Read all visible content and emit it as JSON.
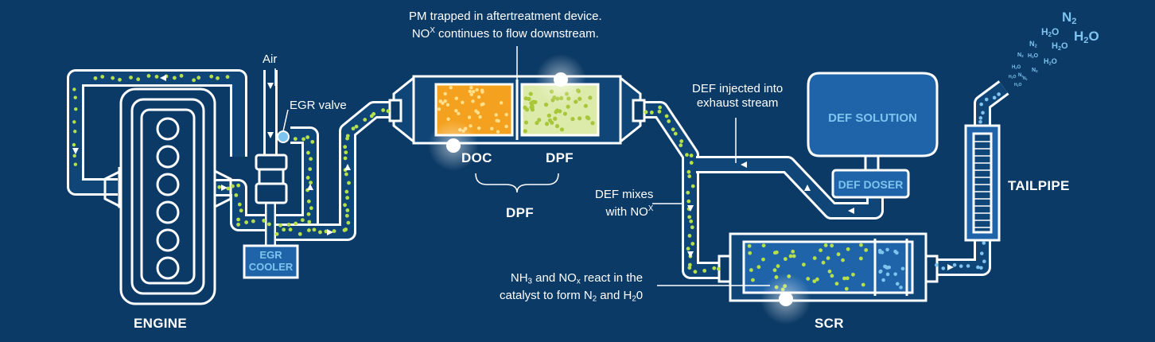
{
  "labels": {
    "engine": "ENGINE",
    "egr_cooler_line1": "EGR",
    "egr_cooler_line2": "COOLER",
    "air": "Air",
    "egr_valve": "EGR valve",
    "pm_line1": "PM trapped in aftertreatment device.",
    "pm_line2_prefix": "NO",
    "pm_line2_sup": "X",
    "pm_line2_suffix": " continues to flow downstream.",
    "doc": "DOC",
    "dpf_inner": "DPF",
    "dpf_group": "DPF",
    "def_injected_line1": "DEF injected into",
    "def_injected_line2": "exhaust stream",
    "def_solution": "DEF SOLUTION",
    "def_doser": "DEF DOSER",
    "def_mixes_line1": "DEF mixes",
    "def_mixes_line2_prefix": "with NO",
    "def_mixes_line2_sup": "X",
    "nh3_line1_a": "NH",
    "nh3_line1_sub1": "3",
    "nh3_line1_b": " and NO",
    "nh3_line1_sub2": "x",
    "nh3_line1_c": " react in the",
    "nh3_line2_a": "catalyst to form N",
    "nh3_line2_sub1": "2",
    "nh3_line2_b": " and H",
    "nh3_line2_sub2": "2",
    "nh3_line2_c": "0",
    "scr": "SCR",
    "tailpipe": "TAILPIPE"
  },
  "molecules": [
    {
      "base": "N",
      "sub": "2"
    },
    {
      "base": "H",
      "sub": "2",
      "tail": "O"
    },
    {
      "base": "H",
      "sub": "2",
      "tail": "O"
    },
    {
      "base": "N",
      "sub": "2"
    },
    {
      "base": "H",
      "sub": "2",
      "tail": "O"
    },
    {
      "base": "H",
      "sub": "2",
      "tail": "O"
    },
    {
      "base": "N",
      "sub": "2"
    },
    {
      "base": "H",
      "sub": "2",
      "tail": "O"
    },
    {
      "base": "N",
      "sub": "2"
    },
    {
      "base": "H",
      "sub": "2",
      "tail": "O"
    },
    {
      "base": "N",
      "sub": "2"
    },
    {
      "base": "H",
      "sub": "2",
      "tail": "O"
    },
    {
      "base": "N",
      "sub": "2"
    },
    {
      "base": "H",
      "sub": "2",
      "tail": "O"
    }
  ],
  "colors": {
    "background": "#0b3a66",
    "line": "#ffffff",
    "pipe_fill": "#0f4577",
    "particle_green": "#b5e04a",
    "particle_blue": "#7fc4ef",
    "doc_fill": "#f4a11f",
    "dpf_fill": "#dcebaa",
    "box_fill": "#1f64a8",
    "box_text": "#7fc4ef"
  }
}
